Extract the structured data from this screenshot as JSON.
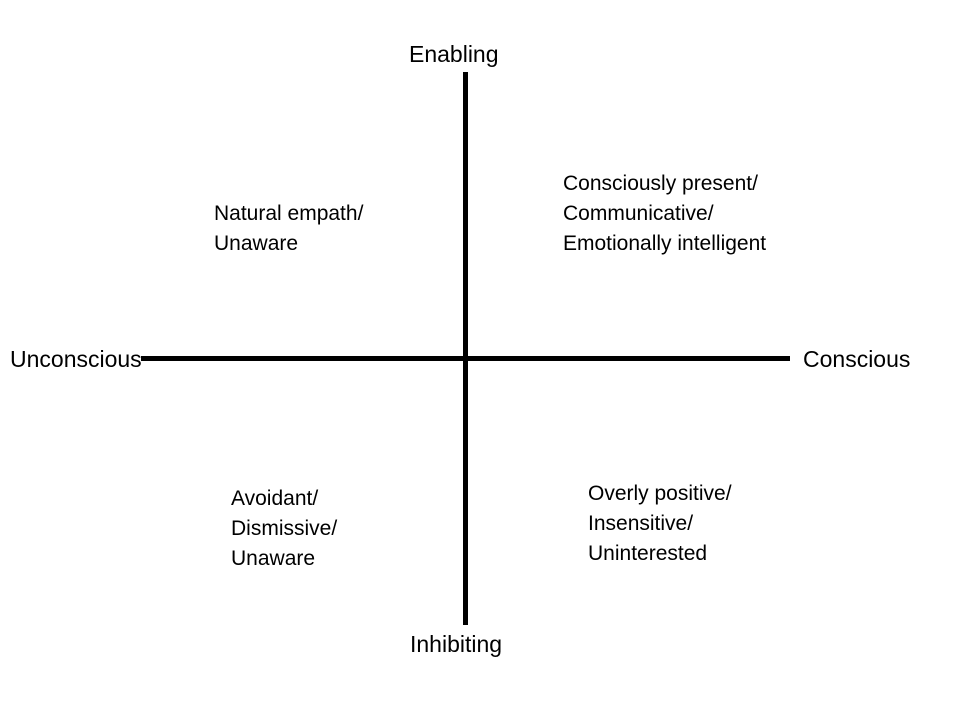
{
  "diagram": {
    "type": "two-axis-quadrant",
    "background_color": "#ffffff",
    "line_color": "#000000",
    "axes": {
      "vertical": {
        "top_label": "Enabling",
        "bottom_label": "Inhibiting"
      },
      "horizontal": {
        "left_label": "Unconscious",
        "right_label": "Conscious"
      }
    },
    "quadrants": {
      "top_left": {
        "position": "Unconscious / Enabling",
        "lines": [
          "Natural empath/",
          "Unaware"
        ]
      },
      "top_right": {
        "position": "Conscious / Enabling",
        "lines": [
          "Consciously present/",
          "Communicative/",
          "Emotionally intelligent"
        ]
      },
      "bottom_left": {
        "position": "Unconscious / Inhibiting",
        "lines": [
          "Avoidant/",
          "Dismissive/",
          "Unaware"
        ]
      },
      "bottom_right": {
        "position": "Conscious / Inhibiting",
        "lines": [
          "Overly positive/",
          "Insensitive/",
          "Uninterested"
        ]
      }
    }
  }
}
